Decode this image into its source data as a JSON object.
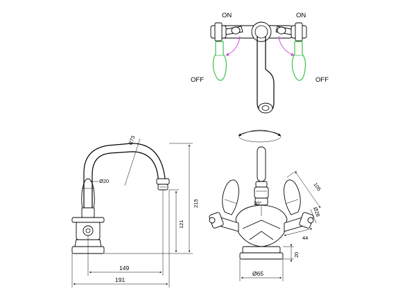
{
  "top_view": {
    "on_left": "ON",
    "on_right": "ON",
    "off_left": "OFF",
    "off_right": "OFF",
    "colors": {
      "lever_off": "#3cc24a",
      "arc": "#c040d0"
    }
  },
  "side_view": {
    "radius_label": "R73",
    "diameter_label": "Ø20",
    "height_total": "215",
    "height_spout": "121",
    "reach": "149",
    "length": "191"
  },
  "front_view": {
    "angle_label": "30°",
    "lever_length": "105",
    "lever_diameter": "Ø28",
    "lever_offset": "44",
    "base_height": "20",
    "base_diameter": "Ø65"
  }
}
